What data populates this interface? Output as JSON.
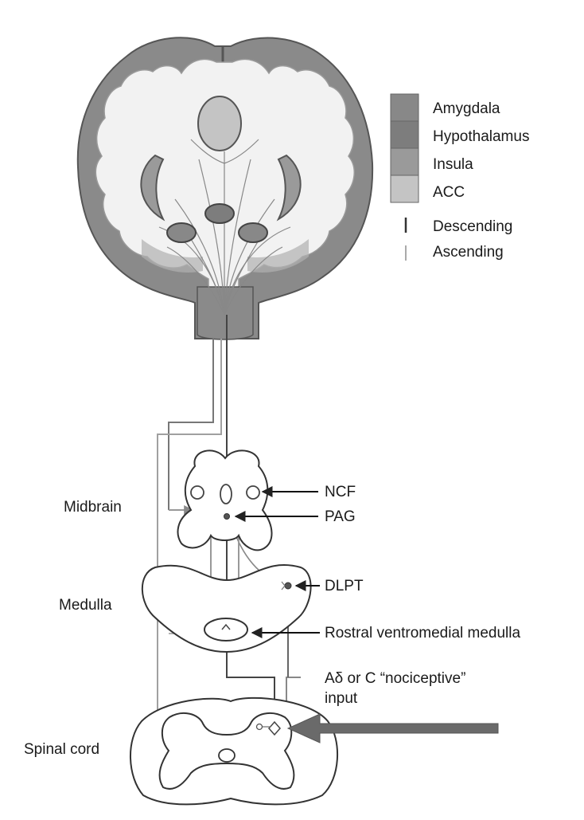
{
  "legend": {
    "items": [
      {
        "label": "Amygdala",
        "color": "#888888"
      },
      {
        "label": "Hypothalamus",
        "color": "#7d7d7d"
      },
      {
        "label": "Insula",
        "color": "#9a9a9a"
      },
      {
        "label": "ACC",
        "color": "#c4c4c4"
      }
    ],
    "descending": "Descending",
    "ascending": "Ascending"
  },
  "labels": {
    "midbrain": "Midbrain",
    "medulla": "Medulla",
    "spinal_cord": "Spinal cord",
    "ncf": "NCF",
    "pag": "PAG",
    "dlpt": "DLPT",
    "rvm": "Rostral ventromedial medulla",
    "input_line1": "Aδ or C “nociceptive”",
    "input_line2": "input"
  },
  "colors": {
    "cortex": "#8a8a8a",
    "white_matter": "#f2f2f2",
    "descending": "#333333",
    "ascending": "#9a9a9a",
    "input_arrow": "#6a6a6a"
  }
}
